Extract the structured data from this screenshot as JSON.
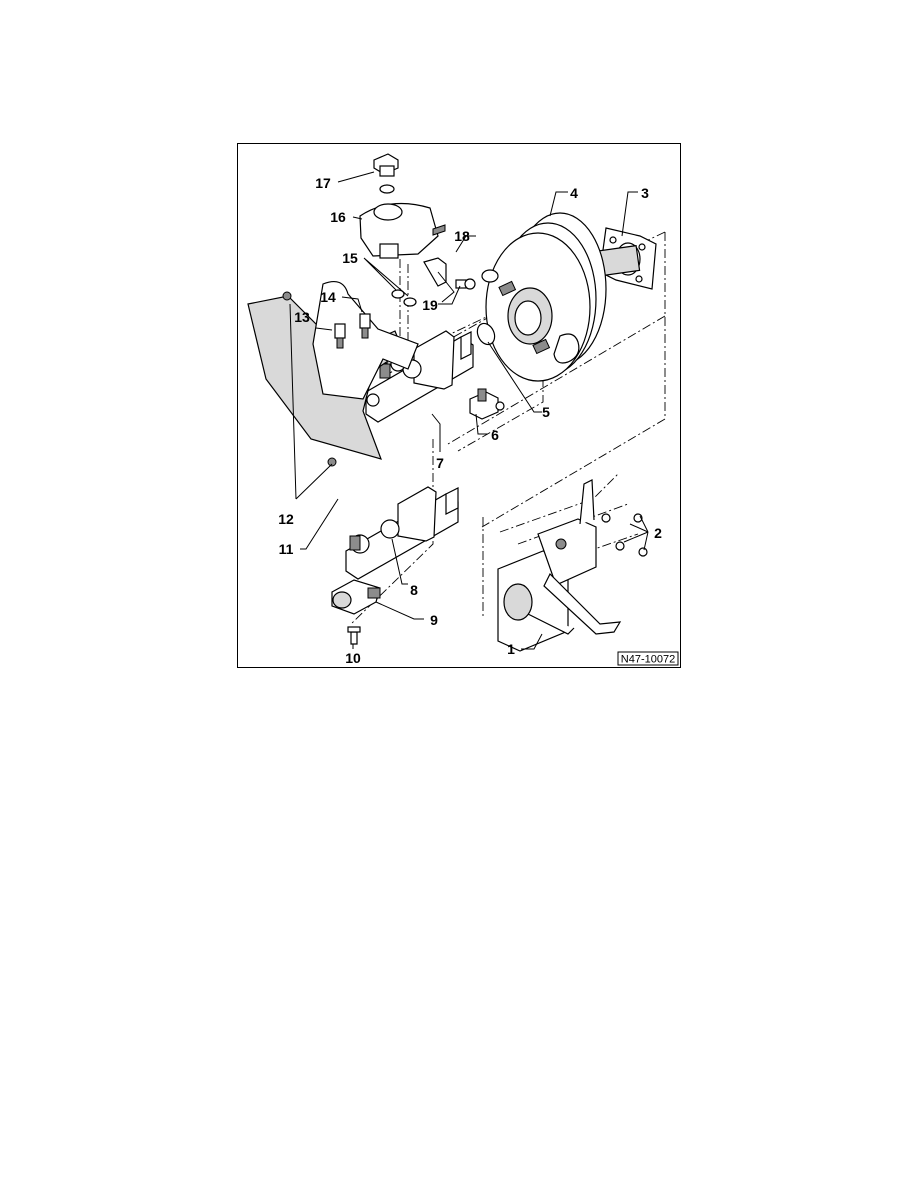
{
  "figure": {
    "reference_code": "N47-10072",
    "callouts": [
      {
        "id": "callout-1",
        "label": "1"
      },
      {
        "id": "callout-2",
        "label": "2"
      },
      {
        "id": "callout-3",
        "label": "3"
      },
      {
        "id": "callout-4",
        "label": "4"
      },
      {
        "id": "callout-5",
        "label": "5"
      },
      {
        "id": "callout-6",
        "label": "6"
      },
      {
        "id": "callout-7",
        "label": "7"
      },
      {
        "id": "callout-8",
        "label": "8"
      },
      {
        "id": "callout-9",
        "label": "9"
      },
      {
        "id": "callout-10",
        "label": "10"
      },
      {
        "id": "callout-11",
        "label": "11"
      },
      {
        "id": "callout-12",
        "label": "12"
      },
      {
        "id": "callout-13",
        "label": "13"
      },
      {
        "id": "callout-14",
        "label": "14"
      },
      {
        "id": "callout-15",
        "label": "15"
      },
      {
        "id": "callout-16",
        "label": "16"
      },
      {
        "id": "callout-17",
        "label": "17"
      },
      {
        "id": "callout-18",
        "label": "18"
      },
      {
        "id": "callout-19",
        "label": "19"
      }
    ]
  }
}
